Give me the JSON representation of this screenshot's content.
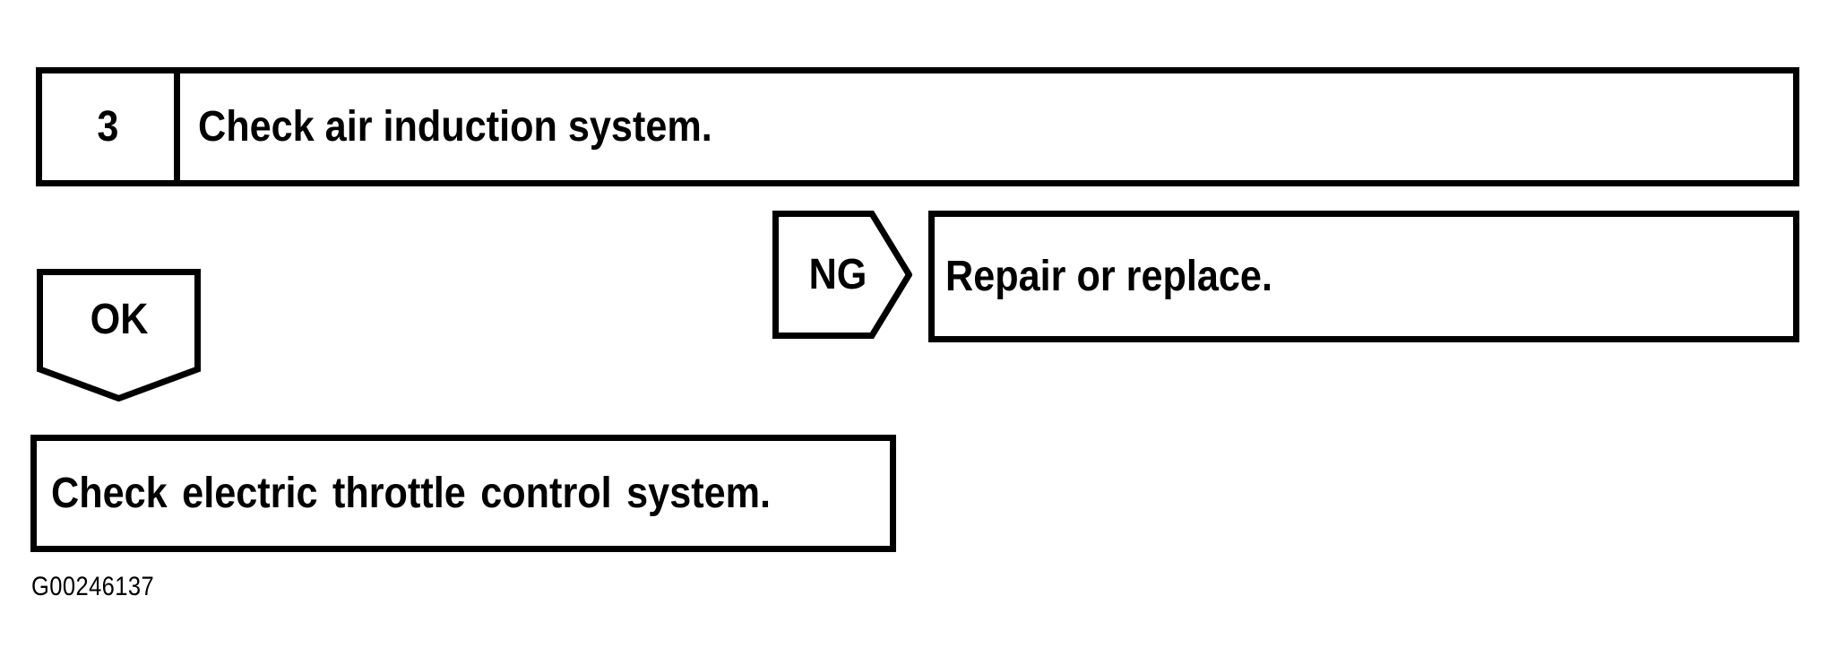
{
  "figure": {
    "type": "diagnostic-flowchart",
    "background": "#ffffff",
    "line_color": "#000000",
    "caption": "G00246137"
  },
  "nodes": {
    "step": {
      "number": "3",
      "label": "Check air induction system."
    },
    "repair": {
      "label": "Repair or replace."
    },
    "next": {
      "label": "Check electric throttle control system."
    }
  },
  "connectors": {
    "ng": {
      "label": "NG",
      "direction": "right"
    },
    "ok": {
      "label": "OK",
      "direction": "down"
    }
  }
}
